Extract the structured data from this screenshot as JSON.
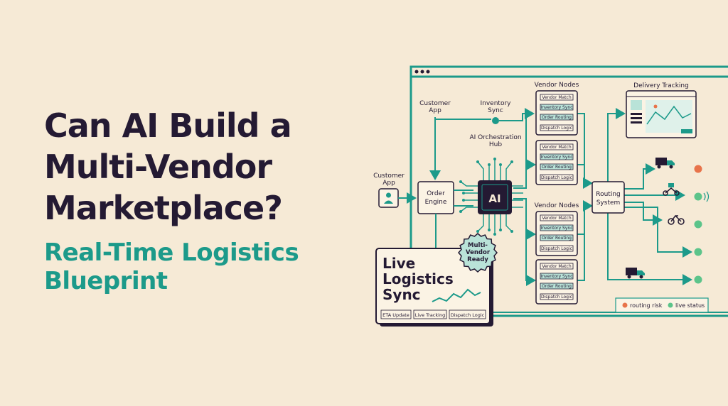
{
  "headline": {
    "line1": "Can AI Build a",
    "line2": "Multi-Vendor",
    "line3": "Marketplace?"
  },
  "subheadline": {
    "line1": "Real-Time Logistics",
    "line2": "Blueprint"
  },
  "diagram": {
    "customer_app_top": [
      "Customer",
      "App"
    ],
    "inventory_sync": [
      "Inventory",
      "Sync"
    ],
    "customer_app_left": [
      "Customer",
      "App"
    ],
    "order_engine": [
      "Order",
      "Engine"
    ],
    "ai_hub_label": [
      "AI Orchestration",
      "Hub"
    ],
    "ai_chip": "AI",
    "vendor_nodes_title_top": "Vendor Nodes",
    "vendor_nodes_title_bottom": "Vendor Nodes",
    "vendor_steps": [
      "Vendor Match",
      "Inventory Sync",
      "Order Routing",
      "Dispatch Logic"
    ],
    "routing_system": [
      "Routing",
      "System"
    ],
    "delivery_tracking": "Delivery Tracking",
    "badge": [
      "Multi-",
      "Vendor",
      "Ready"
    ],
    "live_card": {
      "title": [
        "Live",
        "Logistics",
        "Sync"
      ],
      "chips": [
        "ETA Update",
        "Live Tracking",
        "Dispatch Logic"
      ]
    },
    "legend": {
      "risk": "routing risk",
      "live": "live status"
    }
  },
  "colors": {
    "background": "#f6ead6",
    "navy": "#241a33",
    "teal": "#1c9a8a",
    "orange": "#e8734a",
    "green": "#5cc48a"
  }
}
